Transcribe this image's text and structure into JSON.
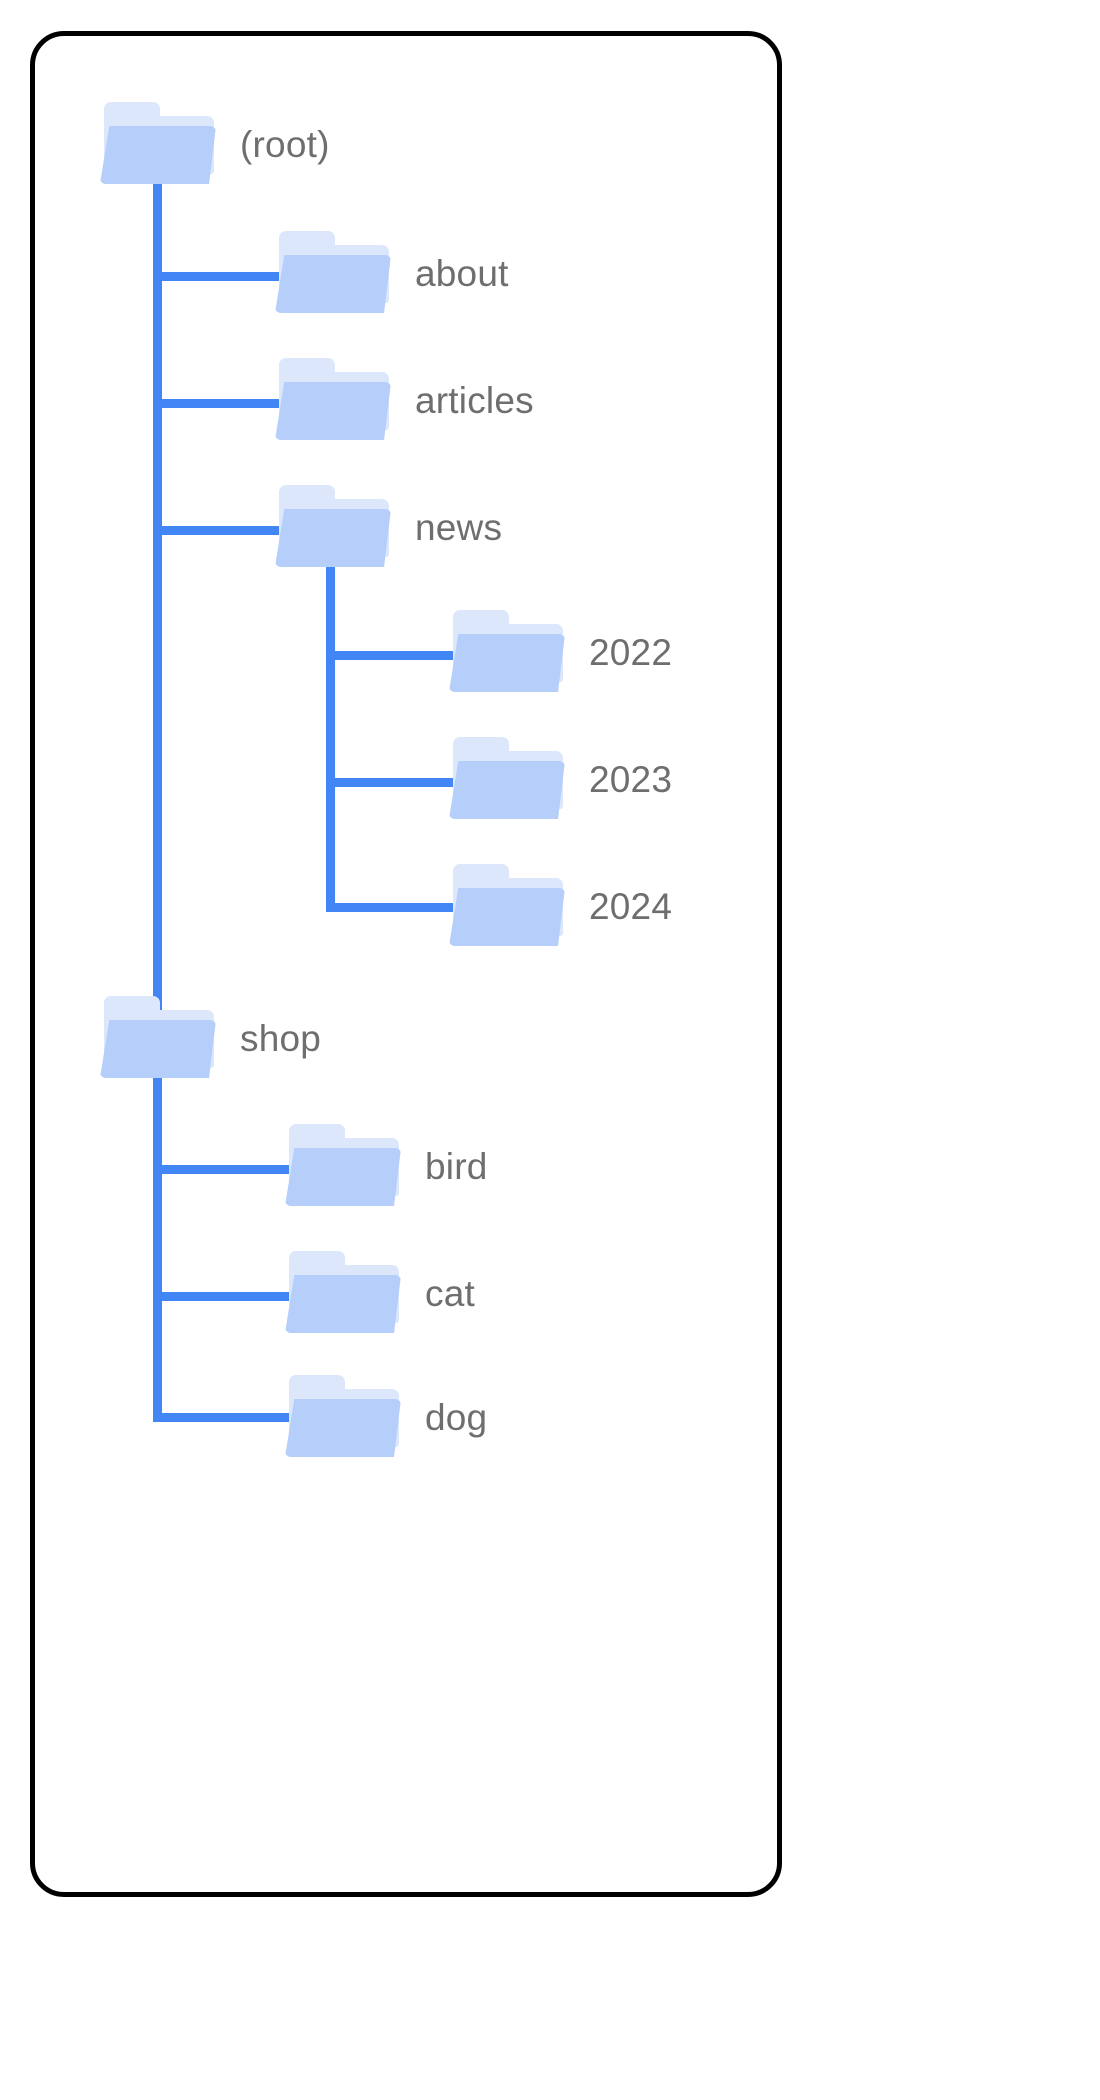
{
  "diagram": {
    "title": "folder-tree",
    "colors": {
      "card_border": "#000000",
      "card_background": "#ffffff",
      "connector_line": "#4285f4",
      "folder_front": "#b5cefa",
      "folder_back": "#dce7fb",
      "label_text": "#6e6e6e"
    },
    "icon_name": "folder-icon",
    "root": {
      "label": "(root)",
      "children": [
        {
          "label": "about",
          "children": []
        },
        {
          "label": "articles",
          "children": []
        },
        {
          "label": "news",
          "children": [
            {
              "label": "2022",
              "children": []
            },
            {
              "label": "2023",
              "children": []
            },
            {
              "label": "2024",
              "children": []
            }
          ]
        },
        {
          "label": "shop",
          "children": [
            {
              "label": "bird",
              "children": []
            },
            {
              "label": "cat",
              "children": []
            },
            {
              "label": "dog",
              "children": []
            }
          ]
        }
      ]
    },
    "nodes": {
      "root": "(root)",
      "about": "about",
      "articles": "articles",
      "news": "news",
      "y2022": "2022",
      "y2023": "2023",
      "y2024": "2024",
      "shop": "shop",
      "bird": "bird",
      "cat": "cat",
      "dog": "dog"
    }
  }
}
